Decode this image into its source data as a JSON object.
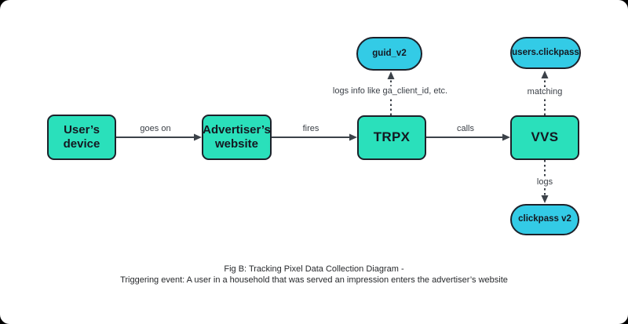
{
  "caption": {
    "line1": "Fig B: Tracking Pixel Data Collection Diagram -",
    "line2": "Triggering event: A user in a household that was served an impression enters the advertiser’s website"
  },
  "nodes": {
    "users_device": {
      "label": "User’s device"
    },
    "advertisers_website": {
      "label": "Advertiser’s website"
    },
    "trpx": {
      "label": "TRPX"
    },
    "vvs": {
      "label": "VVS"
    },
    "guid_v2": {
      "label": "guid_v2"
    },
    "users_clickpass": {
      "label": "users.clickpass"
    },
    "clickpass_v2": {
      "label": "clickpass v2"
    }
  },
  "edges": {
    "goes_on": "goes on",
    "fires": "fires",
    "calls": "calls",
    "logs_info": "logs info like ga_client_id, etc.",
    "matching": "matching",
    "logs": "logs"
  },
  "colors": {
    "process_fill": "#2ae0bb",
    "datastore_fill": "#33cbe6",
    "node_border": "#1d212a",
    "arrow": "#3c4249",
    "node_text": "#141821",
    "label_text": "#3a3f46",
    "caption_text": "#26282b",
    "card_bg": "#ffffff",
    "page_bg": "#000000"
  }
}
